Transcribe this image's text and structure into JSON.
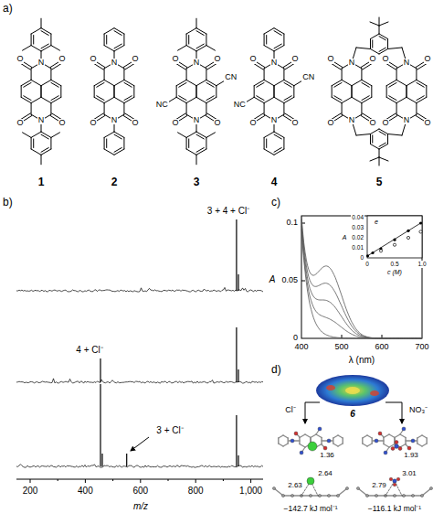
{
  "diagram": {
    "labels": [
      "a)",
      "1",
      "2",
      "3",
      "4",
      "5",
      "O",
      "O",
      "N",
      "N",
      "O",
      "O",
      "O",
      "O",
      "N",
      "N",
      "O",
      "O",
      "O",
      "O",
      "N",
      "N",
      "O",
      "O",
      "CN",
      "NC",
      "O",
      "O",
      "N",
      "N",
      "O",
      "O",
      "CN",
      "NC",
      "O",
      "O",
      "N",
      "N",
      "O",
      "O",
      "O",
      "O",
      "N",
      "N",
      "O",
      "O",
      "b)",
      "3 + 4 + Cl⁻",
      "4 + Cl⁻",
      "3 + Cl⁻",
      "200",
      "400",
      "600",
      "800",
      "1,000",
      "m/z",
      "c)",
      "0.1",
      "0.05",
      "0",
      "400",
      "500",
      "600",
      "700",
      "λ (nm)",
      "A",
      "e",
      "0.04",
      "0.03",
      "0.02",
      "0.01",
      "0",
      "0",
      "0.5",
      "1.0",
      "c (M)",
      "A",
      "d)",
      "6",
      "Cl⁻",
      "NO₃⁻",
      "1.36",
      "1.93",
      "2.64",
      "2.63",
      "3.01",
      "2.79",
      "−142.7 kJ mol⁻¹",
      "−116.1 kJ mol⁻¹"
    ]
  }
}
